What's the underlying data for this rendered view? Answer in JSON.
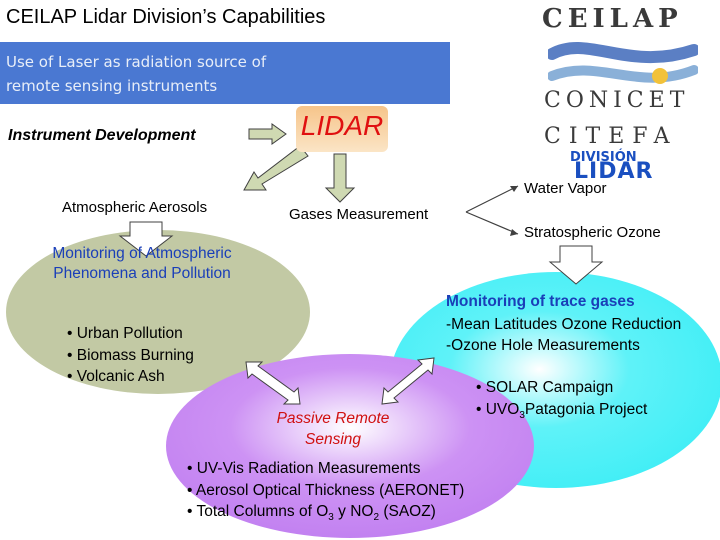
{
  "title": "CEILAP Lidar Division’s Capabilities",
  "banner": {
    "line1": "Use of Laser as radiation source of",
    "line2": "remote sensing instruments"
  },
  "instrument_development": "Instrument Development",
  "lidar": "LIDAR",
  "branches": {
    "aerosols": "Atmospheric Aerosols",
    "gases": "Gases Measurement",
    "water_vapor": "Water Vapor",
    "stratospheric_ozone": "Stratospheric Ozone"
  },
  "monitoring_atmospheric": {
    "line1": "Monitoring of Atmospheric",
    "line2": "Phenomena and Pollution",
    "bullets": [
      "• Urban Pollution",
      "• Biomass Burning",
      "• Volcanic Ash"
    ]
  },
  "monitoring_trace": {
    "heading": "Monitoring of trace gases",
    "line1": "-Mean Latitudes Ozone Reduction",
    "line2": "-Ozone Hole Measurements",
    "bullet1": "• SOLAR Campaign",
    "bullet2_pre": "• UVO",
    "bullet2_sub": "3",
    "bullet2_post": "Patagonia Project"
  },
  "passive": {
    "line1": "Passive Remote",
    "line2": "Sensing",
    "bullet1": "• UV-Vis Radiation Measurements",
    "bullet2": "• Aerosol Optical Thickness (AERONET)",
    "bullet3_a": "• Total Columns of O",
    "bullet3_sub1": "3",
    "bullet3_b": " y NO",
    "bullet3_sub2": "2",
    "bullet3_c": " (SAOZ)"
  },
  "logos": {
    "ceilap": "CEILAP",
    "conicet": "CONICET",
    "citefa": "CITEFA",
    "division": "DIVISIÓN",
    "lidar": "LIDAR"
  },
  "colors": {
    "banner": "#4a78d2",
    "ellipse_left": "#c2c9a4",
    "ellipse_right": "#4ff0f8",
    "ellipse_bottom": "#c887f2",
    "heading_blue": "#1a3fb8",
    "lidar_red": "#e01010"
  }
}
